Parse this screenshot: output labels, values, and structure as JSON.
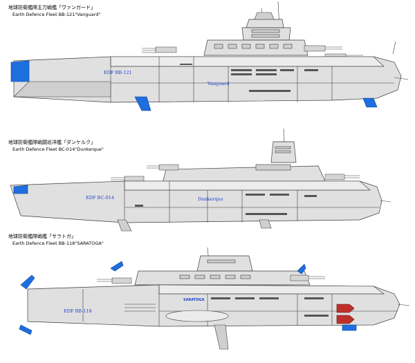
{
  "ships": [
    {
      "caption_jp": "地球防衛艦隊主力戦艦「ヴァンガード」",
      "caption_en": "Earth Defence Fleet BB-121\"Vanguard\"",
      "hull_label": "EDF BB-121",
      "name_label": "Vanguard",
      "accent_color": "#1e6fe0"
    },
    {
      "caption_jp": "地球防衛艦隊戦闘巡洋艦「ダンケルク」",
      "caption_en": "Earth Defence Fleet BC-014\"Dunkerque\"",
      "hull_label": "EDF BC-014",
      "name_label": "Dunkerque",
      "accent_color": "#1e6fe0"
    },
    {
      "caption_jp": "地球防衛艦隊戦艦「サラトガ」",
      "caption_en": "Earth Defence Fleet BB-118\"SARATOGA\"",
      "hull_label": "EDF BB-118",
      "name_label": "SARATOGA",
      "accent_color": "#1e6fe0"
    }
  ],
  "colors": {
    "hull": "#e0e0e0",
    "hull_dark": "#cfcfcf",
    "hull_light": "#ececec",
    "outline": "#3a3a3a",
    "vent": "#555555",
    "red": "#c0302a"
  }
}
